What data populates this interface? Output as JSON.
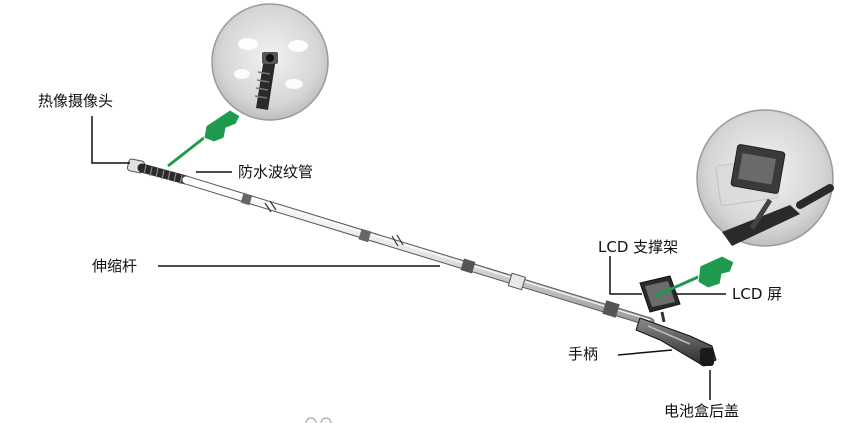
{
  "labels": {
    "thermal_camera": "热像摄像头",
    "waterproof_hose": "防水波纹管",
    "telescopic_rod": "伸缩杆",
    "lcd_bracket": "LCD 支撑架",
    "lcd_screen": "LCD 屏",
    "handle": "手柄",
    "battery_cover": "电池盒后盖"
  },
  "colors": {
    "pointer_green": "#1e9a4e",
    "line": "#111111",
    "inset_bg": "#d8d8d8"
  },
  "icons": [
    "pointing-hand-icon"
  ]
}
